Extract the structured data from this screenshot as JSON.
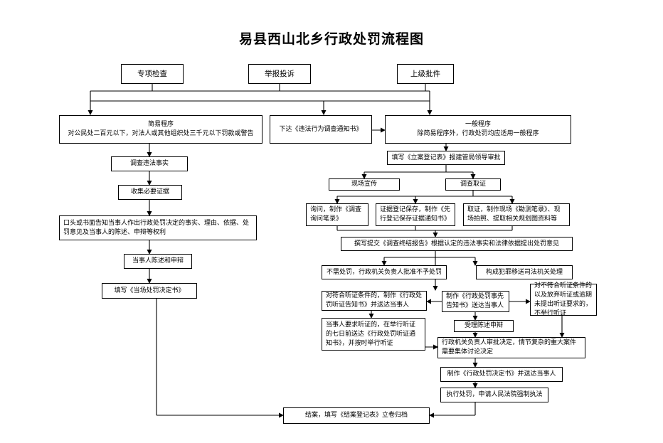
{
  "title": "易县西山北乡行政处罚流程图",
  "sources": {
    "special_inspection": "专项检查",
    "report_complaint": "举报投诉",
    "superior_referral": "上级批件"
  },
  "simple": {
    "title": "简易程序",
    "desc": "对公民处二百元以下，对法人或其他组织处三千元以下罚款或警告",
    "investigate": "调查违法事实",
    "collect": "收集必要证据",
    "notify": "口头或书面告知当事人作出行政处罚决定的事实、理由、依据、处罚意见及当事人的陈述、申辩等权利",
    "statement": "当事人陈述和申辩",
    "fill_decision": "填写《当场处罚决定书》"
  },
  "notice": "下达《违法行为调查通知书》",
  "general": {
    "title": "一般程序",
    "desc": "除简易程序外，行政处罚均应适用一般程序",
    "register": "填写《立案登记表》报建管局领导审批",
    "publicity": "现场宣传",
    "survey": "调查取证",
    "inquiry": "询问，制作《调查询问笔录》",
    "evidence": "证据登记保存，制作《先行登记保存证据通知书》",
    "scene": "取证，制作现场《勘测笔录》、现场拍照、提取相关规划图资料等",
    "report": "撰写提交《调查终结报告》根据认定的违法事实和法律依据提出处罚意见",
    "no_penalty": "不需处罚，行政机关负责人批准不予处罚",
    "transfer": "构成犯罪移送司法机关处理",
    "hearing_eligible": "对符合听证条件的，制作《行政处罚听证告知书》并送达当事人",
    "prior_notice": "制作《行政处罚事先告知书》送达当事人",
    "not_eligible": "对不符合听证条件的以及放弃听证或逾期未提出听证要求的，不举行听证",
    "hearing_request": "当事人要求听证的，在举行听证的七日前送达《行政处罚听证通知书》，并按时举行听证",
    "defense": "受理陈述申辩",
    "review": "行政机关负责人审批决定，情节复杂的重大案件需要集体讨论决定",
    "decision": "制作《行政处罚决定书》并送达当事人",
    "execute": "执行处罚，申请人民法院强制执法"
  },
  "close": "结案，填写《结案登记表》立卷归档"
}
